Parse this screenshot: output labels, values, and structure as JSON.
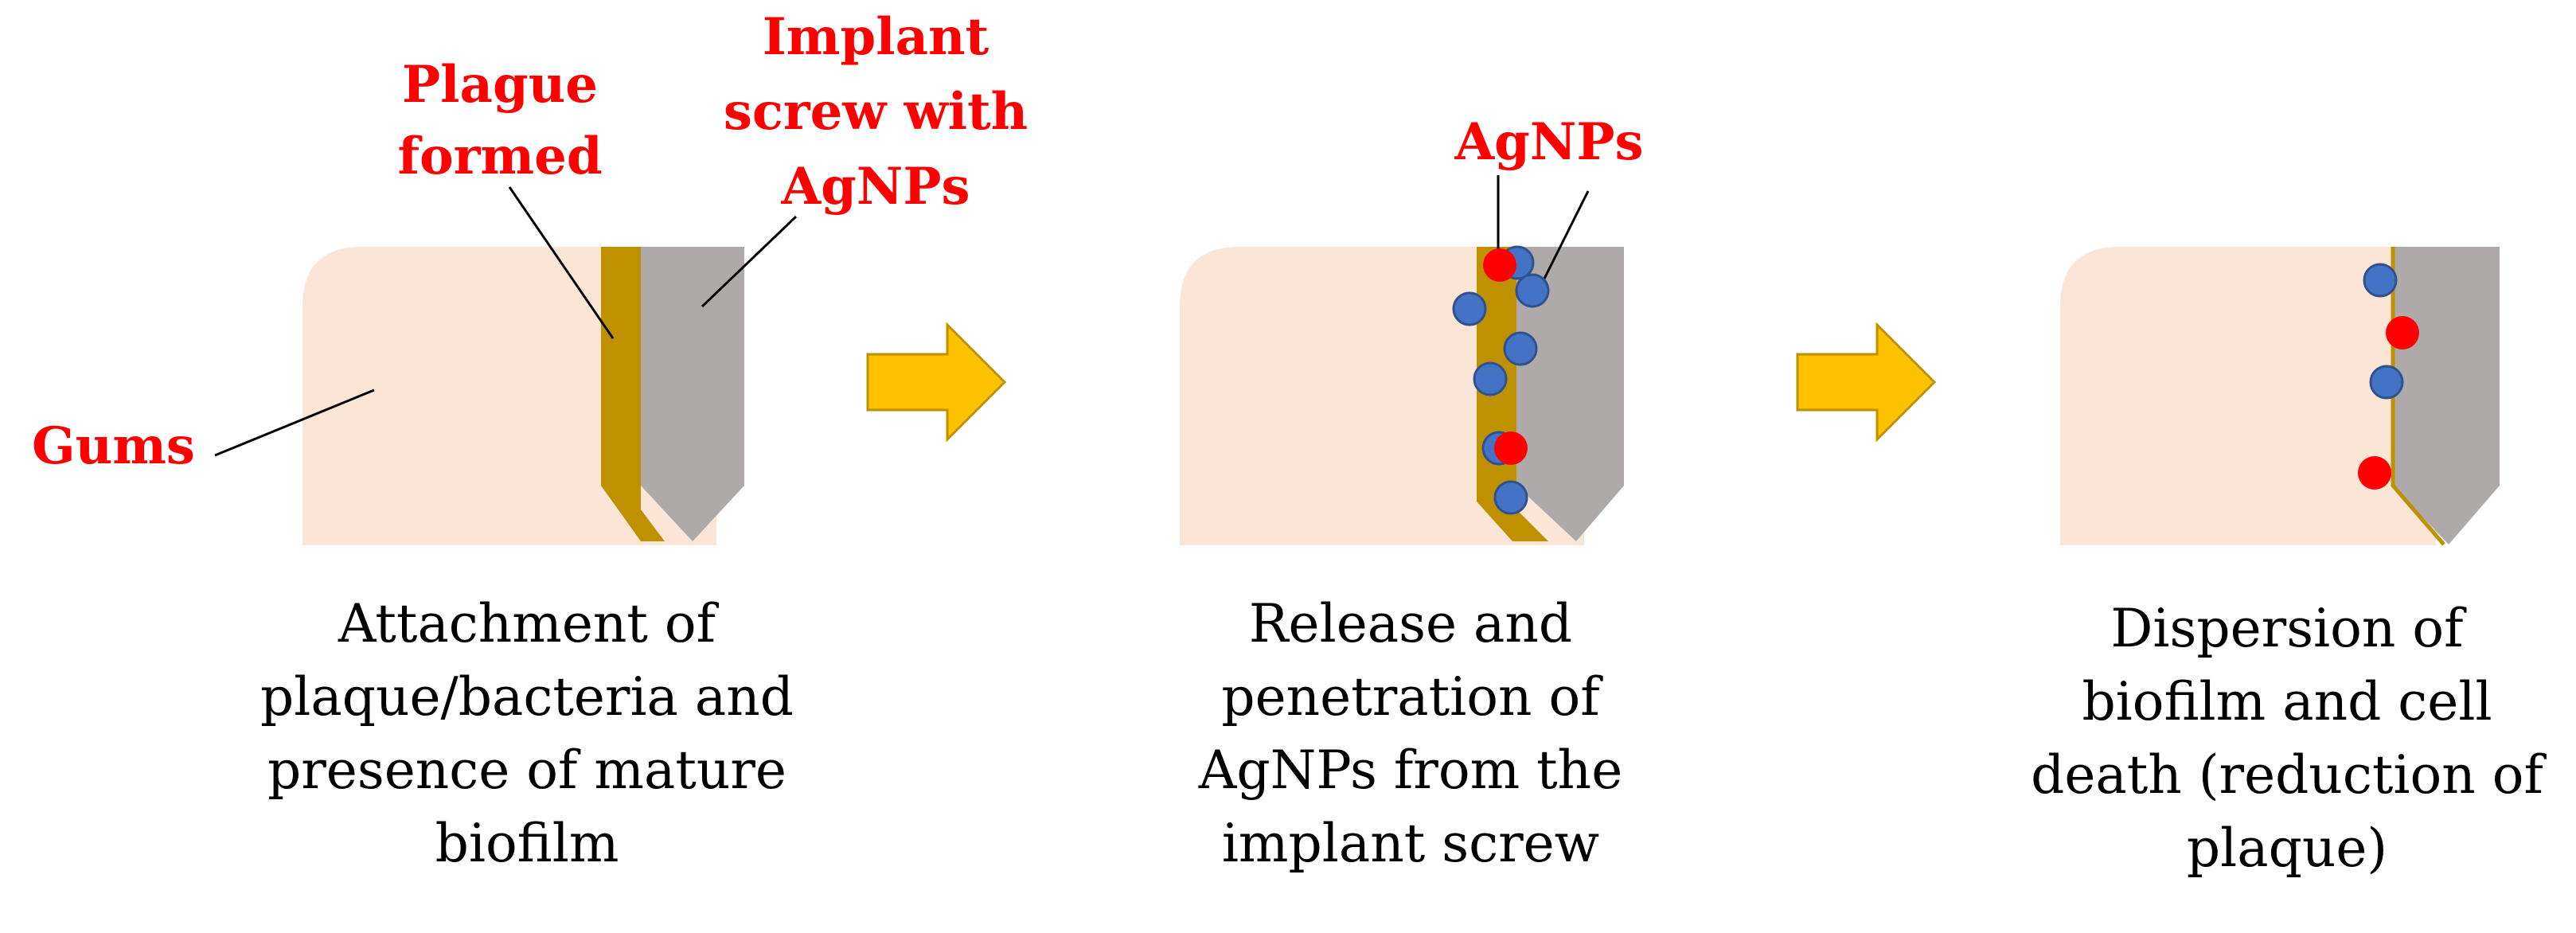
{
  "labels": {
    "gums": "Gums",
    "plague_line1": "Plague",
    "plague_line2": "formed",
    "implant_line1": "Implant",
    "implant_line2": "screw with",
    "implant_line3": "AgNPs",
    "agnps": "AgNPs"
  },
  "captions": {
    "step1": [
      "Attachment of",
      "plaque/bacteria and",
      "presence of mature",
      "biofilm"
    ],
    "step2": [
      "Release and",
      "penetration of",
      "AgNPs from the",
      "implant screw"
    ],
    "step3": [
      "Dispersion of",
      "biofilm and cell",
      "death (reduction of",
      "plaque)"
    ]
  },
  "colors": {
    "gum": "#fbe5d6",
    "plaque": "#bf9000",
    "screw": "#aeaaaa",
    "arrow": "#ffc000",
    "arrow_outline": "#bf9000",
    "particle_blue": "#4472c4",
    "particle_blue_outline": "#2f528f",
    "particle_red": "#ff0000",
    "label_red": "#ff0000"
  }
}
